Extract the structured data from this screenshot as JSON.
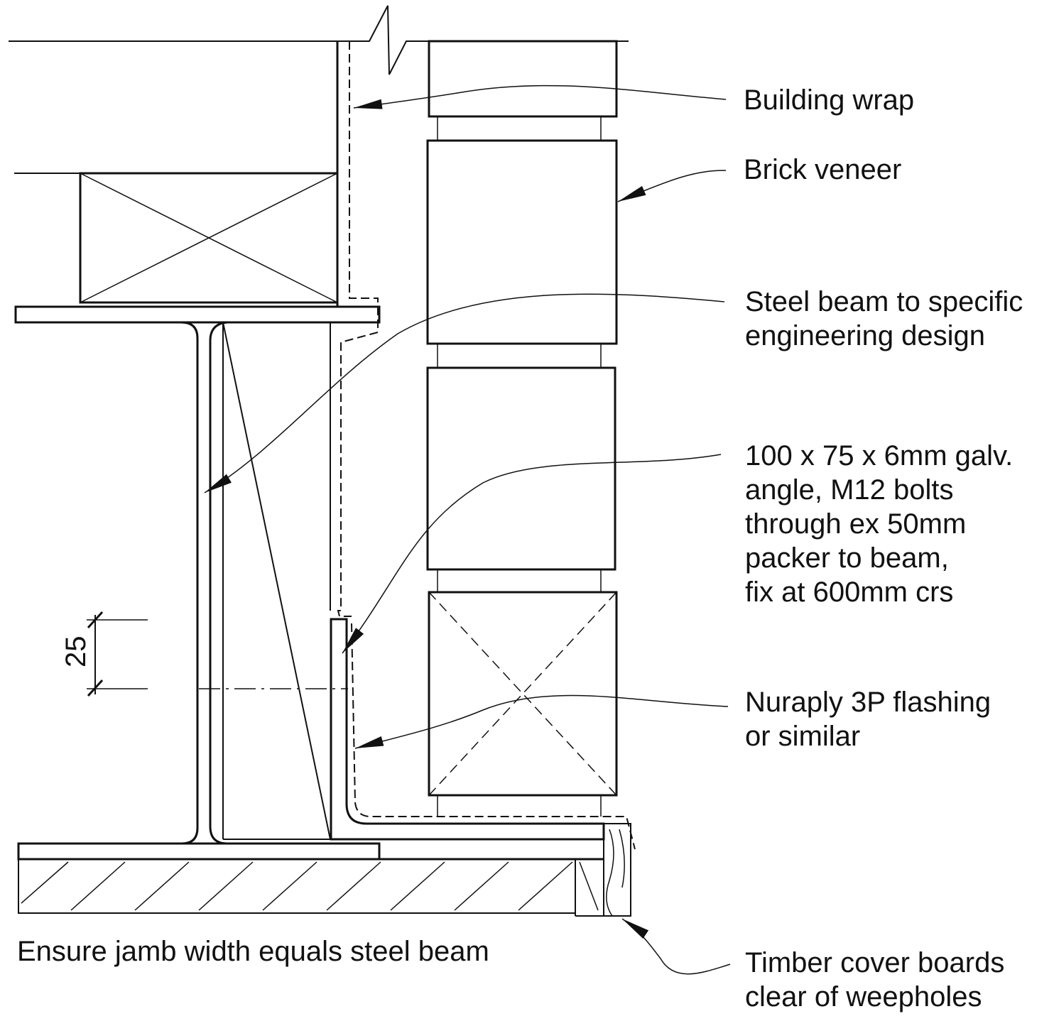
{
  "labels": {
    "building_wrap": "Building wrap",
    "brick_veneer": "Brick veneer",
    "steel_beam": [
      "Steel beam to specific",
      "engineering design"
    ],
    "angle": [
      "100 x 75 x 6mm galv.",
      "angle, M12 bolts",
      "through ex 50mm",
      "packer to beam,",
      "fix at 600mm crs"
    ],
    "flashing": [
      "Nuraply 3P flashing",
      "or similar"
    ],
    "timber_cover": [
      "Timber cover boards",
      "clear of weepholes"
    ],
    "jamb_note": "Ensure jamb width equals steel beam",
    "dimension": "25"
  },
  "colors": {
    "line": "#111111",
    "background": "#ffffff"
  }
}
